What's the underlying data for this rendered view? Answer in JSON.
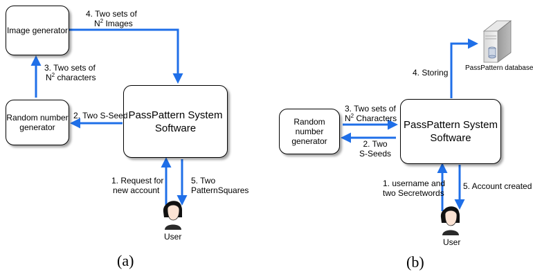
{
  "colors": {
    "arrow": "#1f6fe8",
    "box_border": "#000000"
  },
  "a": {
    "image_generator": "Image generator",
    "random_number_generator": [
      "Random number",
      "generator"
    ],
    "system": [
      "PassPattern System",
      "Software"
    ],
    "step1": [
      "1. Request for",
      "new account"
    ],
    "step2": "2. Two S-Seed",
    "step3": {
      "line1": "3. Two sets of",
      "n": "N",
      "sup": "2",
      "rest": " characters"
    },
    "step4": {
      "line1": "4. Two sets of",
      "n": "N",
      "sup": "2",
      "rest": " Images"
    },
    "step5": [
      "5.  Two",
      "PatternSquares"
    ],
    "user": "User",
    "caption": "(a)"
  },
  "b": {
    "random_number_generator": [
      "Random number",
      "generator"
    ],
    "system": [
      "PassPattern System",
      "Software"
    ],
    "database": "PassPattern database",
    "step1": [
      "1. username and",
      "two Secretwords"
    ],
    "step2": [
      "2. Two",
      "S-Seeds"
    ],
    "step3": {
      "line1": "3. Two sets of",
      "n": "N",
      "sup": "2",
      "rest": " Characters"
    },
    "step4": "4. Storing",
    "step5": "5. Account created",
    "user": "User",
    "caption": "(b)"
  }
}
